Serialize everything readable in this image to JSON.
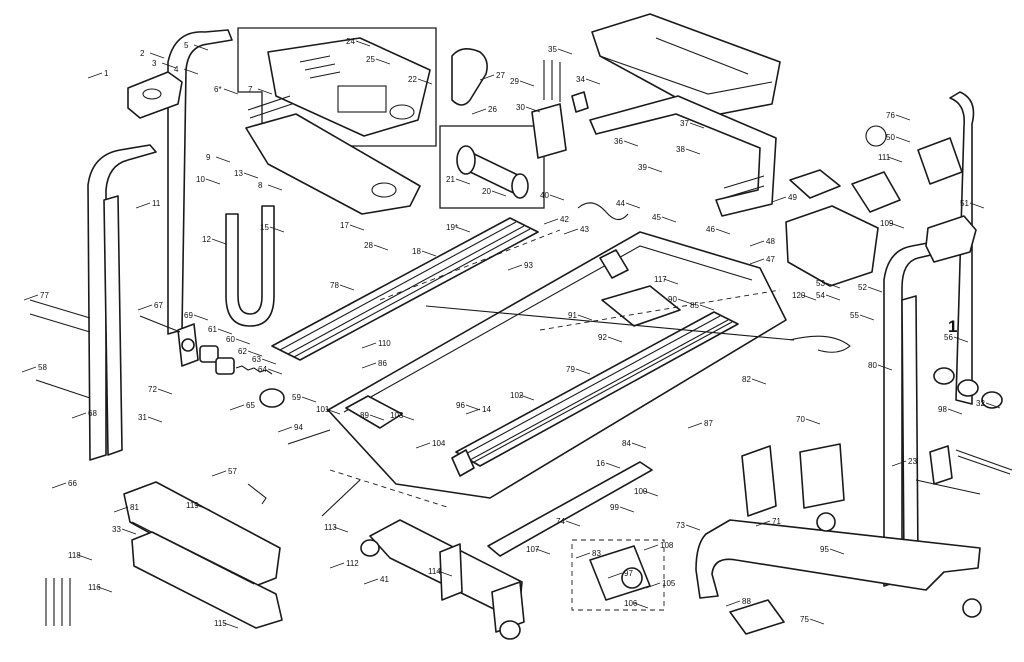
{
  "callouts": [
    {
      "id": "c1",
      "text": "1"
    },
    {
      "id": "c2",
      "text": "2"
    },
    {
      "id": "c3",
      "text": "3"
    },
    {
      "id": "c4",
      "text": "4"
    },
    {
      "id": "c5",
      "text": "5"
    },
    {
      "id": "c6",
      "text": "6*"
    },
    {
      "id": "c7",
      "text": "7"
    },
    {
      "id": "c8",
      "text": "8"
    },
    {
      "id": "c9",
      "text": "9"
    },
    {
      "id": "c10",
      "text": "10"
    },
    {
      "id": "c11",
      "text": "11"
    },
    {
      "id": "c12",
      "text": "12"
    },
    {
      "id": "c13",
      "text": "13"
    },
    {
      "id": "c14",
      "text": "14"
    },
    {
      "id": "c15",
      "text": "15"
    },
    {
      "id": "c16",
      "text": "16"
    },
    {
      "id": "c17",
      "text": "17"
    },
    {
      "id": "c18",
      "text": "18"
    },
    {
      "id": "c19",
      "text": "19*"
    },
    {
      "id": "c20",
      "text": "20"
    },
    {
      "id": "c21",
      "text": "21"
    },
    {
      "id": "c22",
      "text": "22"
    },
    {
      "id": "c23",
      "text": "23"
    },
    {
      "id": "c24",
      "text": "24"
    },
    {
      "id": "c25",
      "text": "25"
    },
    {
      "id": "c26",
      "text": "26"
    },
    {
      "id": "c27",
      "text": "27"
    },
    {
      "id": "c28",
      "text": "28"
    },
    {
      "id": "c29",
      "text": "29"
    },
    {
      "id": "c30",
      "text": "30"
    },
    {
      "id": "c31",
      "text": "31"
    },
    {
      "id": "c32",
      "text": "32"
    },
    {
      "id": "c33",
      "text": "33"
    },
    {
      "id": "c34",
      "text": "34"
    },
    {
      "id": "c35",
      "text": "35"
    },
    {
      "id": "c36",
      "text": "36"
    },
    {
      "id": "c37",
      "text": "37"
    },
    {
      "id": "c38",
      "text": "38"
    },
    {
      "id": "c39",
      "text": "39"
    },
    {
      "id": "c40",
      "text": "40"
    },
    {
      "id": "c41",
      "text": "41"
    },
    {
      "id": "c42",
      "text": "42"
    },
    {
      "id": "c43",
      "text": "43"
    },
    {
      "id": "c44",
      "text": "44"
    },
    {
      "id": "c45",
      "text": "45"
    },
    {
      "id": "c46",
      "text": "46"
    },
    {
      "id": "c47",
      "text": "47"
    },
    {
      "id": "c48",
      "text": "48"
    },
    {
      "id": "c49",
      "text": "49"
    },
    {
      "id": "c50",
      "text": "50"
    },
    {
      "id": "c51",
      "text": "51"
    },
    {
      "id": "c52",
      "text": "52"
    },
    {
      "id": "c53",
      "text": "53"
    },
    {
      "id": "c54",
      "text": "54"
    },
    {
      "id": "c55",
      "text": "55"
    },
    {
      "id": "c56",
      "text": "56"
    },
    {
      "id": "c57",
      "text": "57"
    },
    {
      "id": "c58",
      "text": "58"
    },
    {
      "id": "c59",
      "text": "59"
    },
    {
      "id": "c60",
      "text": "60"
    },
    {
      "id": "c61",
      "text": "61"
    },
    {
      "id": "c62",
      "text": "62"
    },
    {
      "id": "c63",
      "text": "63"
    },
    {
      "id": "c64",
      "text": "64"
    },
    {
      "id": "c65",
      "text": "65"
    },
    {
      "id": "c66",
      "text": "66"
    },
    {
      "id": "c67",
      "text": "67"
    },
    {
      "id": "c68",
      "text": "68"
    },
    {
      "id": "c69",
      "text": "69"
    },
    {
      "id": "c70",
      "text": "70"
    },
    {
      "id": "c71",
      "text": "71"
    },
    {
      "id": "c72",
      "text": "72"
    },
    {
      "id": "c73",
      "text": "73"
    },
    {
      "id": "c74",
      "text": "74"
    },
    {
      "id": "c75",
      "text": "75"
    },
    {
      "id": "c76",
      "text": "76"
    },
    {
      "id": "c77",
      "text": "77"
    },
    {
      "id": "c78",
      "text": "78"
    },
    {
      "id": "c79",
      "text": "79"
    },
    {
      "id": "c80",
      "text": "80"
    },
    {
      "id": "c81",
      "text": "81"
    },
    {
      "id": "c82",
      "text": "82"
    },
    {
      "id": "c83",
      "text": "83"
    },
    {
      "id": "c84",
      "text": "84"
    },
    {
      "id": "c85",
      "text": "85"
    },
    {
      "id": "c86",
      "text": "86"
    },
    {
      "id": "c87",
      "text": "87"
    },
    {
      "id": "c88",
      "text": "88"
    },
    {
      "id": "c89",
      "text": "89"
    },
    {
      "id": "c90",
      "text": "90"
    },
    {
      "id": "c91",
      "text": "91"
    },
    {
      "id": "c92",
      "text": "92"
    },
    {
      "id": "c93",
      "text": "93"
    },
    {
      "id": "c94",
      "text": "94"
    },
    {
      "id": "c95",
      "text": "95"
    },
    {
      "id": "c96",
      "text": "96"
    },
    {
      "id": "c97",
      "text": "97"
    },
    {
      "id": "c98",
      "text": "98"
    },
    {
      "id": "c99",
      "text": "99"
    },
    {
      "id": "c100",
      "text": "100"
    },
    {
      "id": "c101",
      "text": "101"
    },
    {
      "id": "c102",
      "text": "102"
    },
    {
      "id": "c103",
      "text": "103"
    },
    {
      "id": "c104",
      "text": "104"
    },
    {
      "id": "c105",
      "text": "105"
    },
    {
      "id": "c106",
      "text": "106"
    },
    {
      "id": "c107",
      "text": "107"
    },
    {
      "id": "c108",
      "text": "108"
    },
    {
      "id": "c109",
      "text": "109"
    },
    {
      "id": "c110",
      "text": "110"
    },
    {
      "id": "c111",
      "text": "111"
    },
    {
      "id": "c112",
      "text": "112"
    },
    {
      "id": "c113",
      "text": "113"
    },
    {
      "id": "c114",
      "text": "114"
    },
    {
      "id": "c115",
      "text": "115"
    },
    {
      "id": "c116",
      "text": "116"
    },
    {
      "id": "c117",
      "text": "117"
    },
    {
      "id": "c118",
      "text": "118"
    },
    {
      "id": "c119",
      "text": "119"
    },
    {
      "id": "c120",
      "text": "120"
    }
  ],
  "side_marker": "1"
}
